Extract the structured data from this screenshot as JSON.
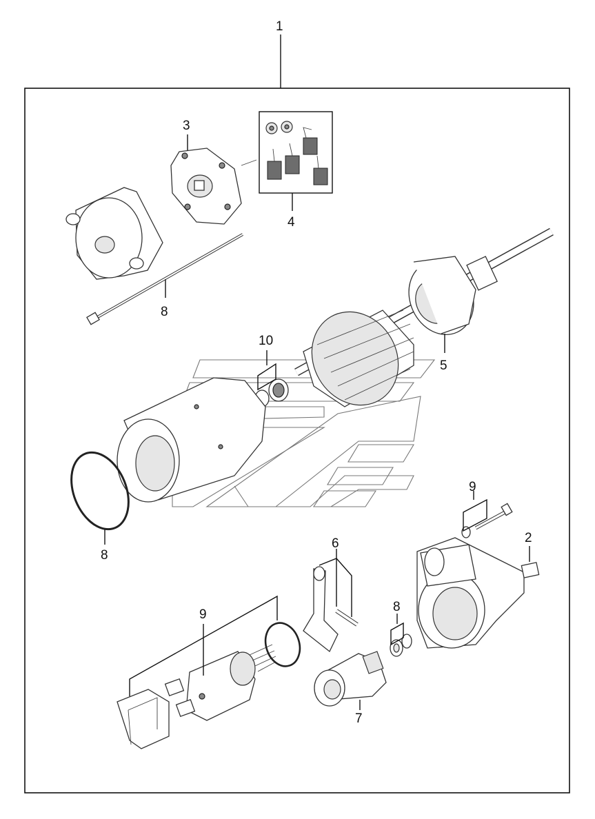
{
  "diagram": {
    "type": "exploded-parts-view",
    "callouts": {
      "c1": "1",
      "c2": "2",
      "c3": "3",
      "c4": "4",
      "c5": "5",
      "c6": "6",
      "c7": "7",
      "c8a": "8",
      "c8b": "8",
      "c8c": "8",
      "c9a": "9",
      "c9b": "9",
      "c10": "10"
    },
    "colors": {
      "line": "#111111",
      "outline": "#333333",
      "shade": "#e6e6e6",
      "brush": "#6d6d6d",
      "watermark": "#777777"
    }
  }
}
